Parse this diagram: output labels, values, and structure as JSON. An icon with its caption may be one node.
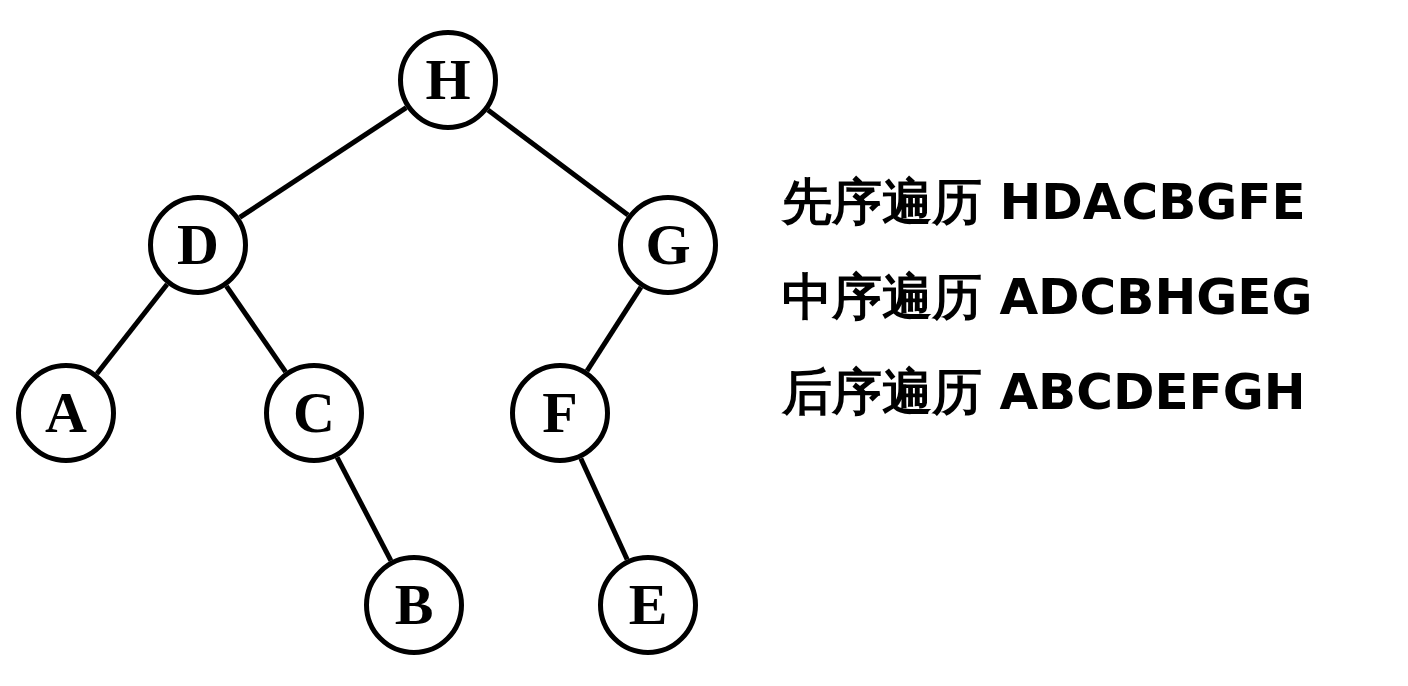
{
  "diagram": {
    "nodes": [
      {
        "text": [
          "H"
        ]
      },
      {
        "text": [
          "D"
        ]
      },
      {
        "text": [
          "G"
        ]
      },
      {
        "text": [
          "A"
        ]
      },
      {
        "text": [
          "C"
        ]
      },
      {
        "text": [
          "F"
        ]
      },
      {
        "text": [
          "B"
        ]
      },
      {
        "text": [
          "E"
        ]
      }
    ],
    "edges": [
      {
        "from": 0,
        "to": 1,
        "arrow": "none"
      },
      {
        "from": 0,
        "to": 2,
        "arrow": "none"
      },
      {
        "from": 1,
        "to": 3,
        "arrow": "none"
      },
      {
        "from": 1,
        "to": 4,
        "arrow": "none"
      },
      {
        "from": 4,
        "to": 6,
        "arrow": "none"
      },
      {
        "from": 2,
        "to": 5,
        "arrow": "none"
      },
      {
        "from": 5,
        "to": 7,
        "arrow": "none"
      }
    ],
    "labels": [
      "先序遍历 HDACBGFE",
      "中序遍历 ADCBHGEG",
      "后序遍历 ABCDEFGH"
    ]
  }
}
